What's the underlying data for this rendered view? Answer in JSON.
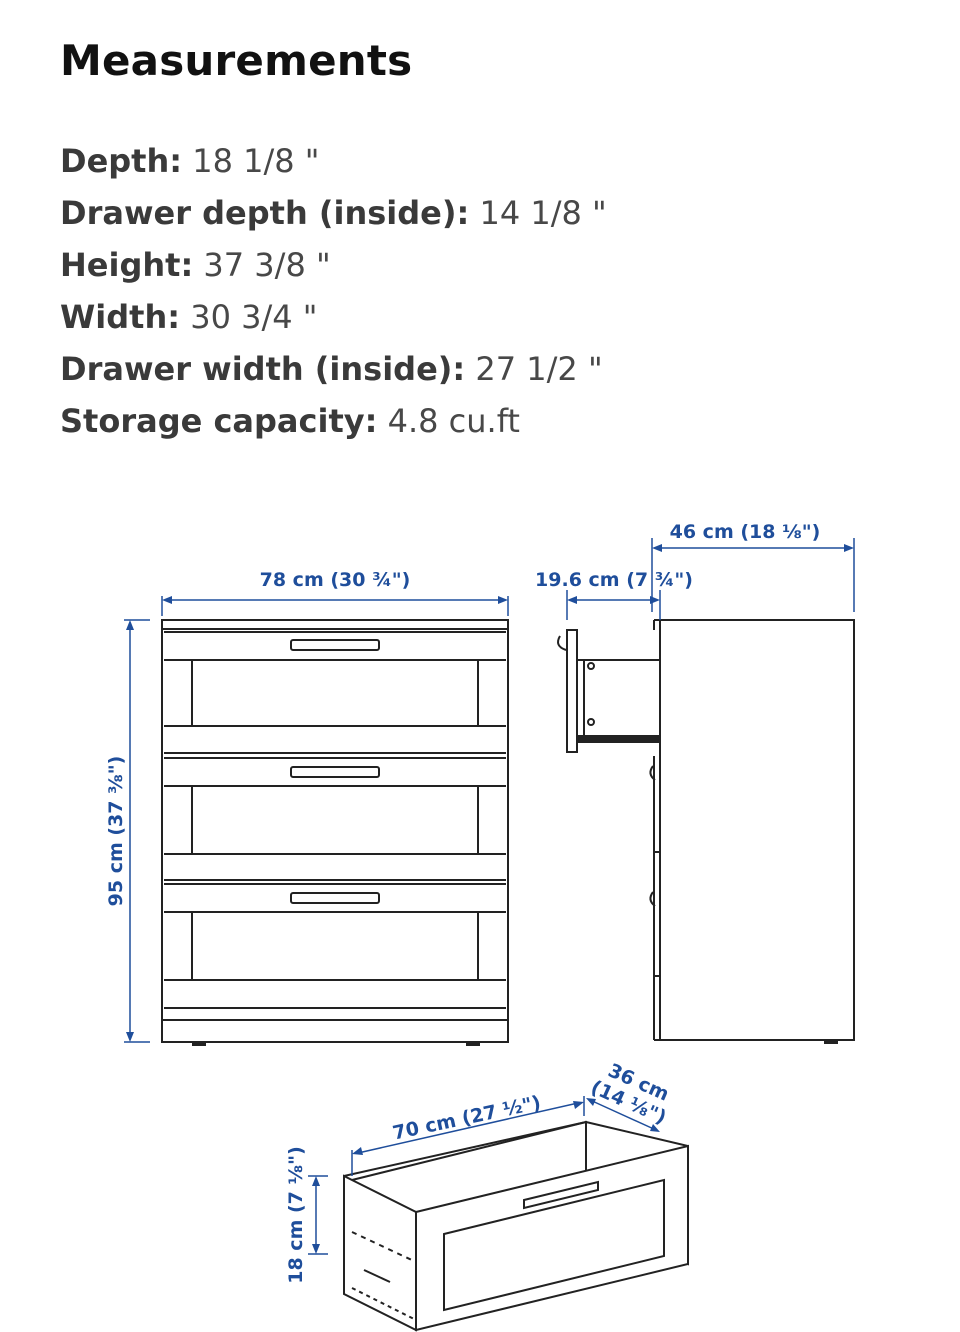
{
  "title": "Measurements",
  "specs": [
    {
      "label": "Depth:",
      "value": " 18 1/8 \""
    },
    {
      "label": "Drawer depth (inside):",
      "value": " 14 1/8 \""
    },
    {
      "label": "Height:",
      "value": " 37 3/8 \""
    },
    {
      "label": "Width:",
      "value": " 30 3/4 \""
    },
    {
      "label": "Drawer width (inside):",
      "value": " 27 1/2 \""
    },
    {
      "label": "Storage capacity:",
      "value": " 4.8 cu.ft"
    }
  ],
  "diagram": {
    "dimension_color": "#1f4e9b",
    "line_color": "#222222",
    "front_width": "78 cm (30 ¾\")",
    "front_height": "95 cm (37 ⅜\")",
    "side_depth": "46 cm (18 ⅛\")",
    "drawer_extension": "19.6 cm (7 ¾\")",
    "drawer_width": "70 cm (27 ½\")",
    "drawer_depth_cm": "36 cm",
    "drawer_depth_in": "(14 ⅛\")",
    "drawer_height": "18 cm (7 ⅛\")"
  }
}
